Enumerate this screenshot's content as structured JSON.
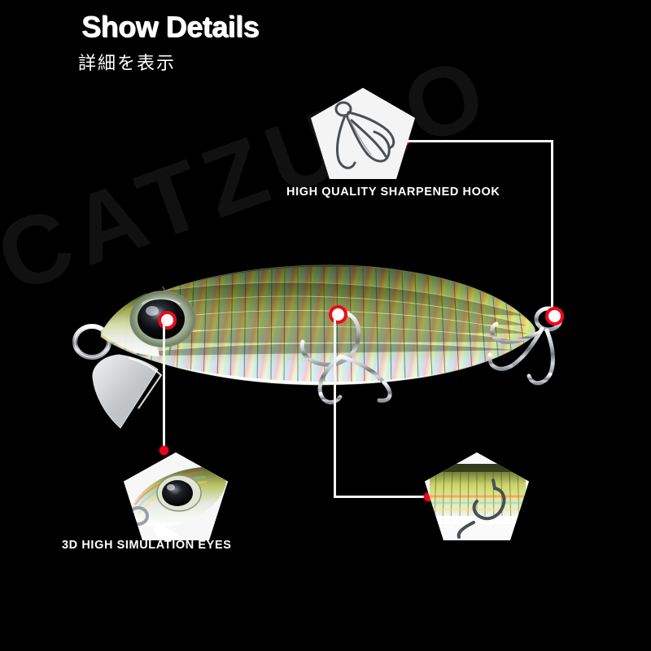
{
  "page": {
    "background_color": "#000000",
    "accent_color": "#e8051c",
    "text_color": "#ffffff"
  },
  "header": {
    "title": "Show Details",
    "subtitle": "詳細を表示"
  },
  "watermark": {
    "text": "CATZULO",
    "color": "#111111"
  },
  "callouts": [
    {
      "id": "hook",
      "label": "HIGH QUALITY SHARPENED HOOK",
      "icon": "treble-hook-closeup",
      "marker_color": "#e8051c"
    },
    {
      "id": "eyes",
      "label": "3D HIGH SIMULATION EYES",
      "icon": "lure-eye-closeup",
      "marker_color": "#e8051c"
    },
    {
      "id": "body",
      "label": "",
      "icon": "lure-body-hook-closeup",
      "marker_color": "#e8051c"
    }
  ],
  "product": {
    "name": "holographic-minnow-fishing-lure",
    "colors": {
      "back": "#4a5026",
      "upper_body": "#b8bf5a",
      "mid_body": "#d9e07a",
      "belly": "#f4f4ef",
      "eye_pupil": "#101010",
      "hardware": "#c8ccd0"
    },
    "parts": [
      "diving-lip",
      "split-ring",
      "3d-eye",
      "holographic-scale-body",
      "belly-treble-hook",
      "tail-treble-hook"
    ]
  }
}
